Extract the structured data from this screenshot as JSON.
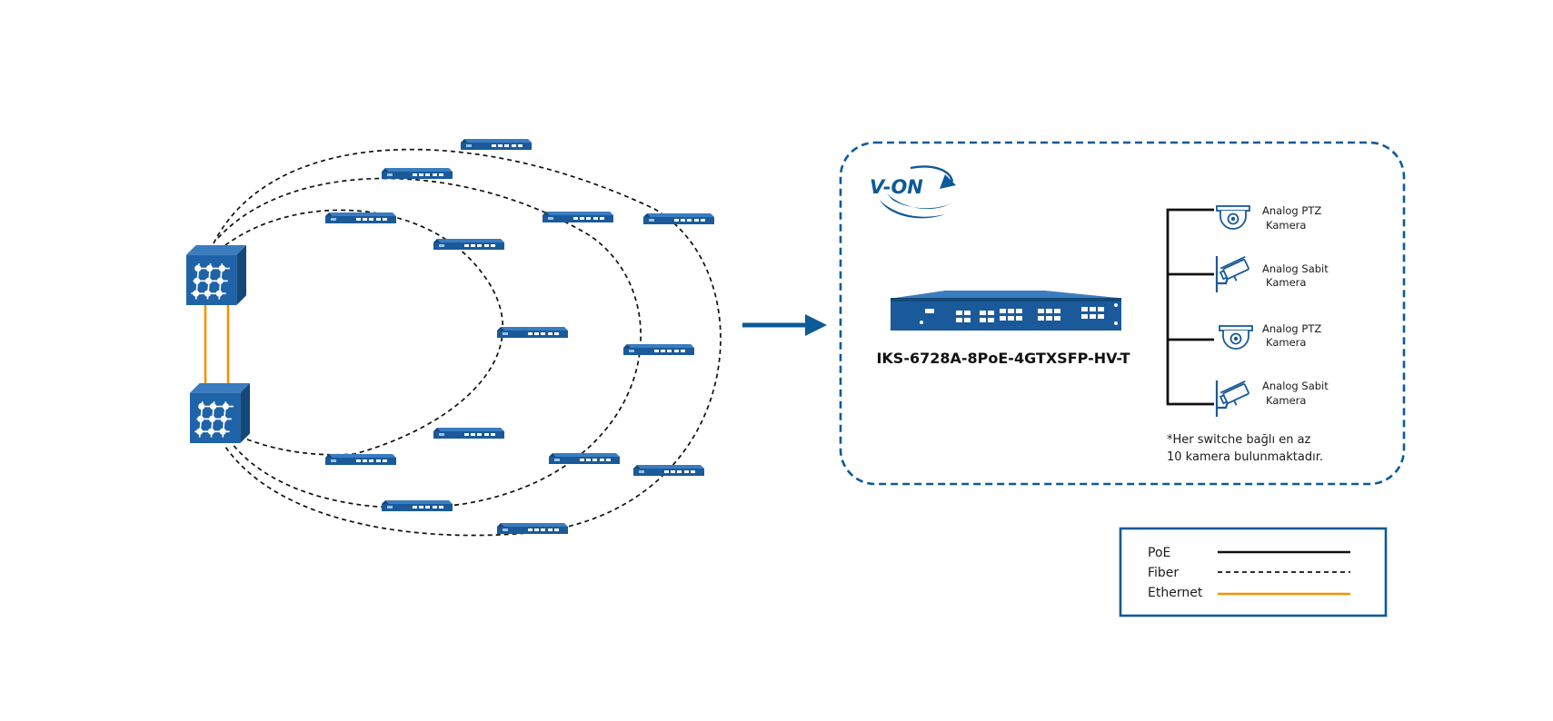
{
  "diagram": {
    "logo": {
      "text": "V-ON"
    },
    "device": {
      "model": "IKS-6728A-8PoE-4GTXSFP-HV-T"
    },
    "cameras": [
      {
        "line1": "Analog PTZ",
        "line2": "Kamera",
        "icon": "dome-camera-icon"
      },
      {
        "line1": "Analog Sabit",
        "line2": "Kamera",
        "icon": "bullet-camera-icon"
      },
      {
        "line1": "Analog PTZ",
        "line2": "Kamera",
        "icon": "dome-camera-icon"
      },
      {
        "line1": "Analog Sabit",
        "line2": "Kamera",
        "icon": "bullet-camera-icon"
      }
    ],
    "note": {
      "line1": "*Her switche bağlı en az",
      "line2": "10 kamera bulunmaktadır."
    },
    "legend": [
      {
        "label": "PoE",
        "style": "solid",
        "color": "#111111"
      },
      {
        "label": "Fiber",
        "style": "dashed",
        "color": "#111111"
      },
      {
        "label": "Ethernet",
        "style": "solid",
        "color": "#f39200"
      }
    ],
    "colors": {
      "brand_blue": "#0d5a98",
      "switch_blue": "#1a5a9a",
      "ethernet_orange": "#f39200",
      "line_black": "#111111"
    }
  }
}
